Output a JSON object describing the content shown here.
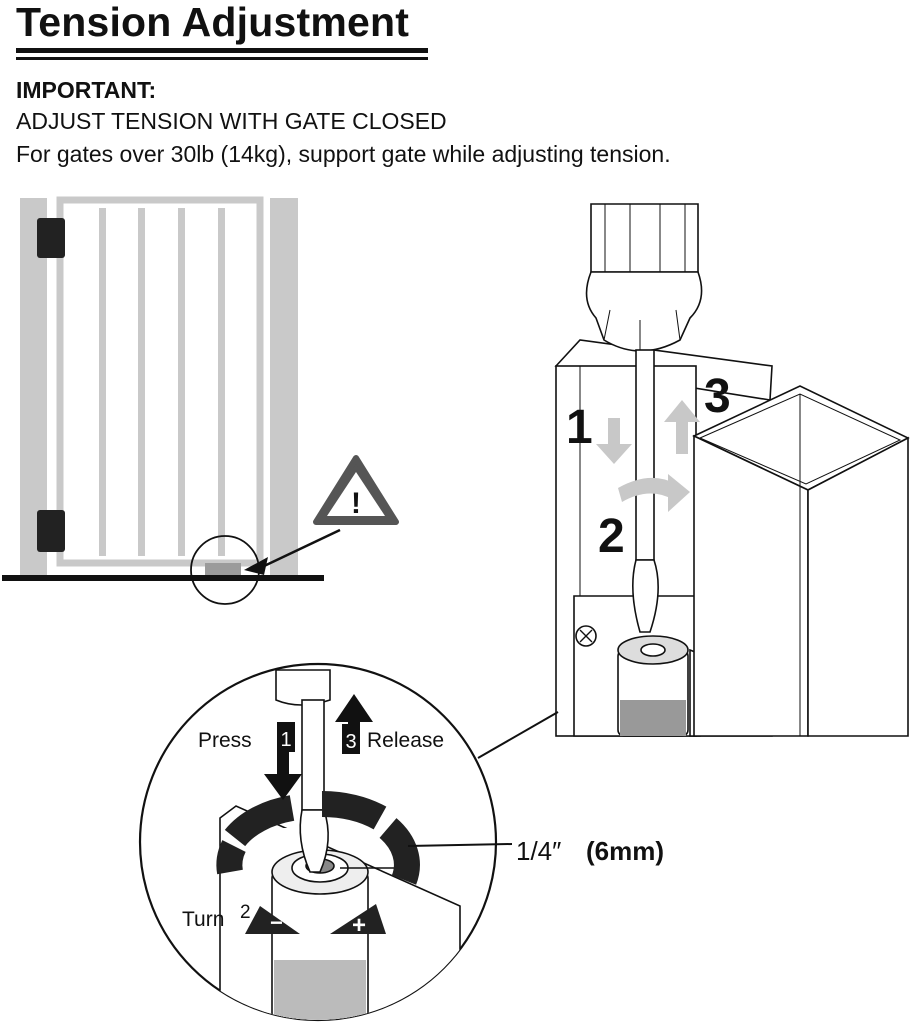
{
  "title": "Tension Adjustment",
  "notice": {
    "heading": "IMPORTANT:",
    "line1": "ADJUST TENSION WITH GATE CLOSED",
    "line2": "For gates over 30lb (14kg), support gate while adjusting tension."
  },
  "steps": {
    "step1_number": "1",
    "step2_number": "2",
    "step3_number": "3",
    "press_label": "Press",
    "release_label": "Release",
    "turn_label": "Turn",
    "minus_symbol": "−",
    "plus_symbol": "+"
  },
  "measurement": {
    "size_imperial": "1/4″",
    "size_metric": "(6mm)"
  },
  "warning_symbol": "!"
}
